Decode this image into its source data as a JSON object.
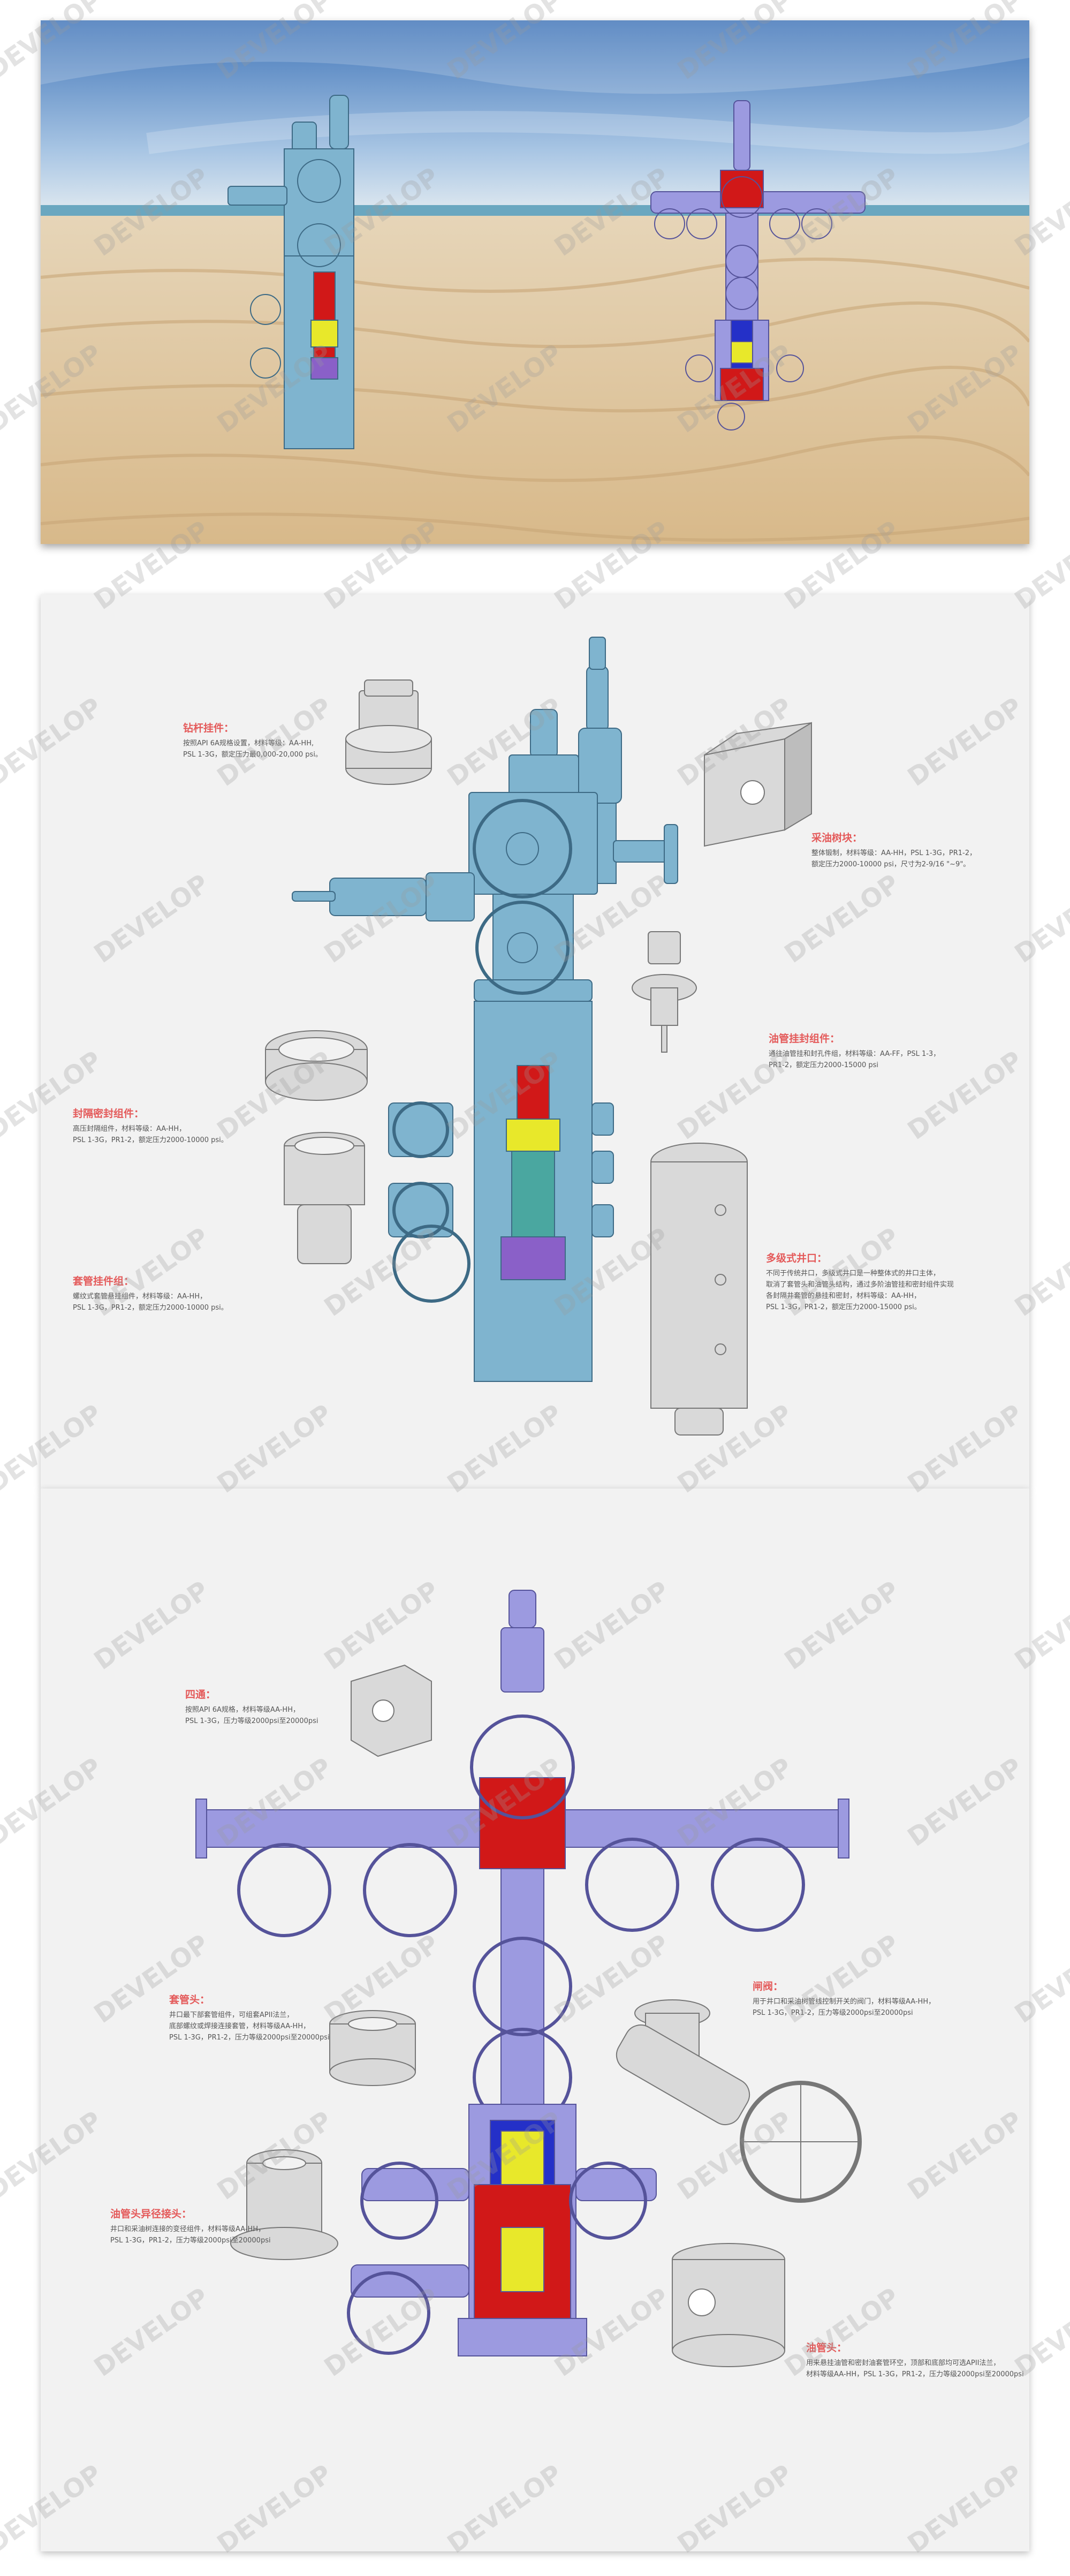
{
  "watermark": "DEVELOP",
  "colors": {
    "blue_tree": "#7fb4cf",
    "purple_tree": "#9c9ae0",
    "part_gray": "#d9d9d9",
    "red": "#d11818",
    "yellow": "#e8e82a",
    "label_red": "#e45a5a",
    "sky_top": "#4b7fc0",
    "sand": "#e8d2ac"
  },
  "labels": {
    "tubing_hanger": {
      "title": "钻杆挂件：",
      "desc": "按照API 6A规格设置，材料等级：AA-HH,\nPSL 1-3G，额定压力最0,000-20,000 psi。"
    },
    "production_gate": {
      "title": "采油树块：",
      "desc": "整体锻制，材料等级：AA-HH，PSL 1-3G，PR1-2，\n额定压力2000-10000 psi，尺寸为2-9/16 \"~9\"。"
    },
    "hanger_assy": {
      "title": "油管挂封组件：",
      "desc": "通往油管挂和封孔件组，材料等级：AA-FF，PSL 1-3，\nPR1-2，额定压力2000-15000 psi"
    },
    "seal_assy": {
      "title": "封隔密封组件：",
      "desc": "高压封隔组件，材料等级：AA-HH，\nPSL 1-3G，PR1-2，额定压力2000-10000 psi。"
    },
    "casing_hanger": {
      "title": "套管挂件组：",
      "desc": "螺纹式套管悬挂组件，材料等级：AA-HH，\nPSL 1-3G，PR1-2，额定压力2000-10000 psi。"
    },
    "multi_bowl": {
      "title": "多级式井口：",
      "desc": "不同于传统井口，多级式井口是一种整体式的井口主体，\n取消了套管头和油管头结构，通过多阶油管挂和密封组件实现\n各封隔井套管的悬挂和密封，材料等级：AA-HH，\nPSL 1-3G，PR1-2，额定压力2000-15000 psi。"
    },
    "cross": {
      "title": "四通：",
      "desc": "按照API 6A规格，材料等级AA-HH，\nPSL 1-3G，压力等级2000psi至20000psi"
    },
    "casing_head": {
      "title": "套管头：",
      "desc": "井口最下部套管组件，可组套APII法兰，\n底部螺纹或焊接连接套管，材料等级AA-HH，\nPSL 1-3G，PR1-2，压力等级2000psi至20000psi"
    },
    "valve": {
      "title": "闸阀：",
      "desc": "用于井口和采油树管线控制开关的阀门，材料等级AA-HH，\nPSL 1-3G，PR1-2，压力等级2000psi至20000psi"
    },
    "tubing_spool": {
      "title": "油管头异径接头：",
      "desc": "井口和采油树连接的变径组件，材料等级AA-HH，\nPSL 1-3G，PR1-2，压力等级2000psi至20000psi"
    },
    "tubing_head": {
      "title": "油管头：",
      "desc": "用来悬挂油管和密封油套管环空，顶部和底部均可选APII法兰，\n材料等级AA-HH，PSL 1-3G，PR1-2，压力等级2000psi至20000psi"
    }
  }
}
